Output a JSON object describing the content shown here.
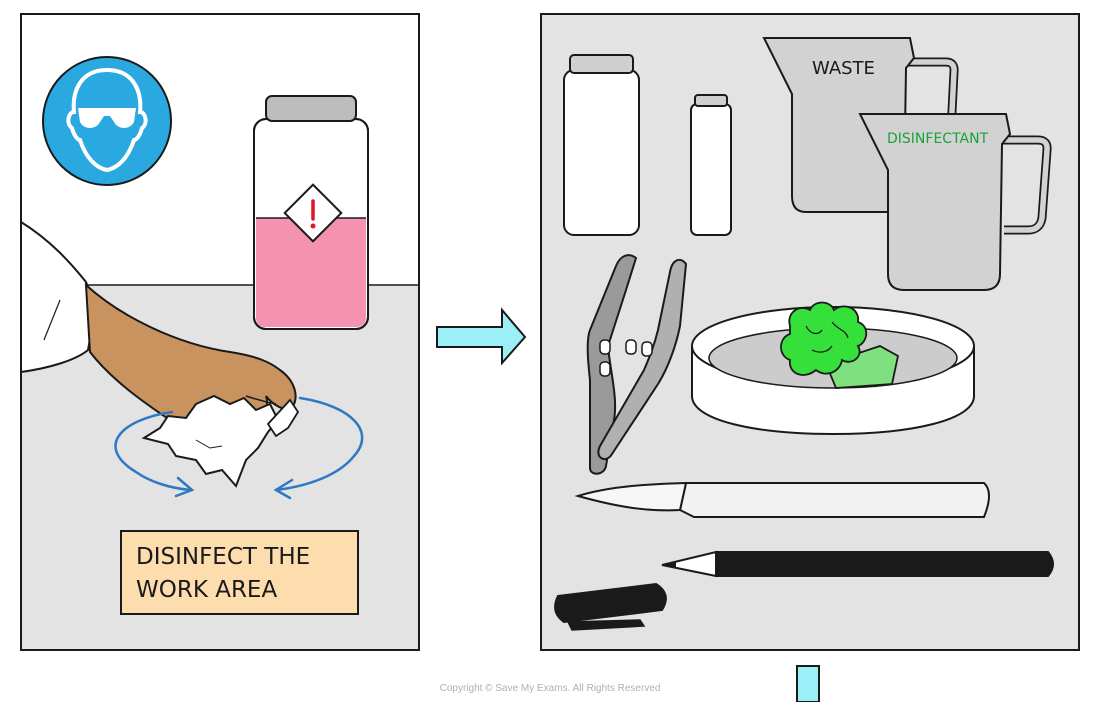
{
  "left_panel": {
    "instruction_label": [
      "DISINFECT THE",
      "WORK AREA"
    ]
  },
  "right_panel": {
    "jug_labels": {
      "waste": "WASTE",
      "disinfectant": "DISINFECTANT"
    }
  },
  "footer": {
    "copyright": "Copyright © Save My Exams. All Rights Reserved"
  },
  "colors": {
    "panel_border": "#1a1a1a",
    "bench_grey": "#e3e3e3",
    "safety_sign_blue": "#2aa8e0",
    "bottle_liquid_pink": "#f592b0",
    "hazard_red": "#e0162b",
    "skin_tan": "#c8935f",
    "wipe_arrow_blue": "#2f78c4",
    "label_bg": "#fddcae",
    "jug_grey": "#d2d2d2",
    "disinfectant_green": "#19a23a",
    "bacteria_green": "#36e03a",
    "agar_green": "#7ee07e",
    "flow_arrow_cyan": "#9af0f6"
  },
  "icons": [
    "safety-goggles-sign-icon",
    "hazard-diamond-icon",
    "flow-arrow-right-icon",
    "flow-arrow-down-icon"
  ]
}
